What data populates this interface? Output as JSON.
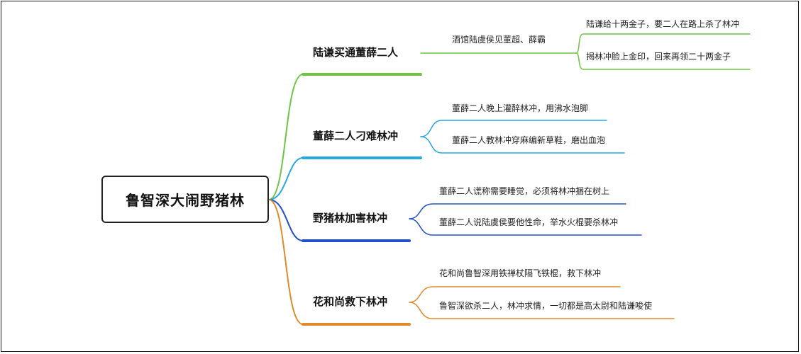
{
  "root": {
    "label": "鲁智深大闹野猪林"
  },
  "branches": [
    {
      "label": "陆谦买通董薛二人",
      "color": "#6cc644",
      "children": [
        {
          "label": "酒馆陆虞侯见董超、薛霸",
          "children": [
            {
              "label": "陆谦给十两金子，要二人在路上杀了林冲"
            },
            {
              "label": "揭林冲脸上金印，回来再领二十两金子"
            }
          ]
        }
      ]
    },
    {
      "label": "董薛二人刁难林冲",
      "color": "#2aa8e0",
      "children": [
        {
          "label": "董薛二人晚上灌醉林冲，用沸水泡脚"
        },
        {
          "label": "董薛二人教林冲穿麻编新草鞋，磨出血泡"
        }
      ]
    },
    {
      "label": "野猪林加害林冲",
      "color": "#2450c8",
      "children": [
        {
          "label": "董薛二人谎称需要睡觉，必须将林冲捆在树上"
        },
        {
          "label": "董薛二人说陆虞侯要他性命，举水火棍要杀林冲"
        }
      ]
    },
    {
      "label": "花和尚救下林冲",
      "color": "#e08a2c",
      "children": [
        {
          "label": "花和尚鲁智深用铁禅杖隔飞铁棍，救下林冲"
        },
        {
          "label": "鲁智深欲杀二人，林冲求情，一切都是高太尉和陆谦唆使"
        }
      ]
    }
  ]
}
